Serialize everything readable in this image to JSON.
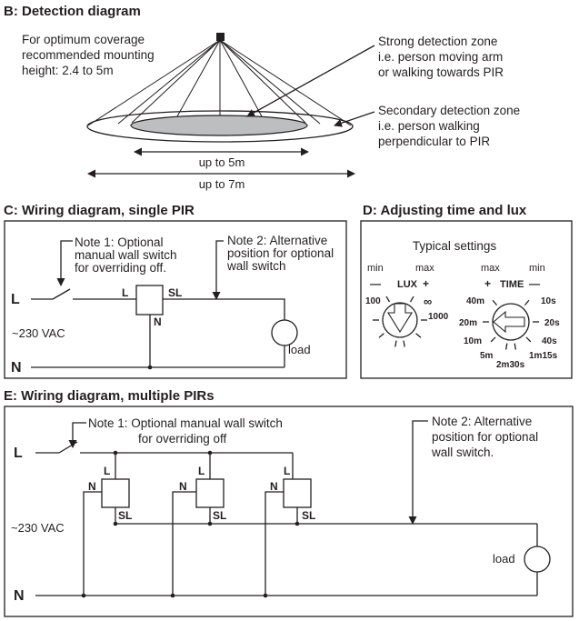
{
  "section_b": {
    "heading": "B: Detection diagram",
    "mounting_note": [
      "For optimum coverage",
      "recommended mounting",
      "height: 2.4 to 5m"
    ],
    "strong_zone": [
      "Strong detection zone",
      "i.e. person moving arm",
      "or walking towards PIR"
    ],
    "secondary_zone": [
      "Secondary detection zone",
      "i.e. person walking",
      "perpendicular to PIR"
    ],
    "inner_range": "up to 5m",
    "outer_range": "up to 7m"
  },
  "section_c": {
    "heading": "C: Wiring diagram, single PIR",
    "note1": [
      "Note 1: Optional",
      "manual wall switch",
      "for overriding off."
    ],
    "note2": [
      "Note 2: Alternative",
      "position for optional",
      "wall switch"
    ],
    "live": "L",
    "neutral": "N",
    "voltage": "~230 VAC",
    "term_l": "L",
    "term_sl": "SL",
    "term_n": "N",
    "load": "load"
  },
  "section_d": {
    "heading": "D: Adjusting time and lux",
    "typical": "Typical settings",
    "lux": {
      "min": "min",
      "max": "max",
      "label": "LUX",
      "minus": "—",
      "plus": "+",
      "marks": [
        "100",
        "∞",
        "1000"
      ]
    },
    "time": {
      "max": "max",
      "min": "min",
      "label": "TIME",
      "plus": "+",
      "minus": "—",
      "marks": [
        "40m",
        "10s",
        "20m",
        "20s",
        "10m",
        "40s",
        "5m",
        "1m15s",
        "2m30s"
      ]
    }
  },
  "section_e": {
    "heading": "E: Wiring diagram, multiple PIRs",
    "note1": [
      "Note 1: Optional manual wall switch",
      "for overriding off"
    ],
    "note2": [
      "Note 2: Alternative",
      "position for optional",
      "wall switch."
    ],
    "live": "L",
    "neutral": "N",
    "voltage": "~230 VAC",
    "term_l": "L",
    "term_n": "N",
    "term_sl": "SL",
    "load": "load"
  }
}
